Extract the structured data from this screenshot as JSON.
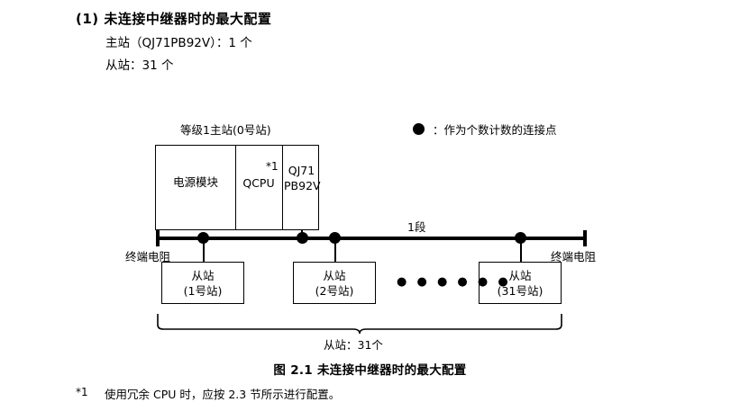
{
  "header": {
    "title": "(1) 未连接中继器时的最大配置",
    "spec_master": "主站（QJ71PB92V）：1 个",
    "spec_slave": "从站：31 个"
  },
  "legend": {
    "symbol": "filled-circle",
    "text": "：作为个数计数的连接点"
  },
  "diagram": {
    "master_caption": "等级1主站(0号站)",
    "master_box": {
      "power_label": "电源模块",
      "cpu_label": "QCPU",
      "footnote_mark": "*1",
      "module_label_line1": "QJ71",
      "module_label_line2": "PB92V"
    },
    "bus": {
      "segment_label": "1段",
      "terminator_left": "终端电阻",
      "terminator_right": "终端电阻",
      "connection_dots": 4
    },
    "slaves": [
      {
        "name": "从站",
        "station": "(1号站)"
      },
      {
        "name": "从站",
        "station": "(2号站)"
      },
      {
        "name": "从站",
        "station": "(31号站)"
      }
    ],
    "ellipsis": "● ● ● ● ● ●",
    "brace_label": "从站：31个"
  },
  "figure_caption": "图 2.1  未连接中继器时的最大配置",
  "footnote": {
    "mark": "*1",
    "text": "使用冗余 CPU 时，应按 2.3 节所示进行配置。"
  }
}
